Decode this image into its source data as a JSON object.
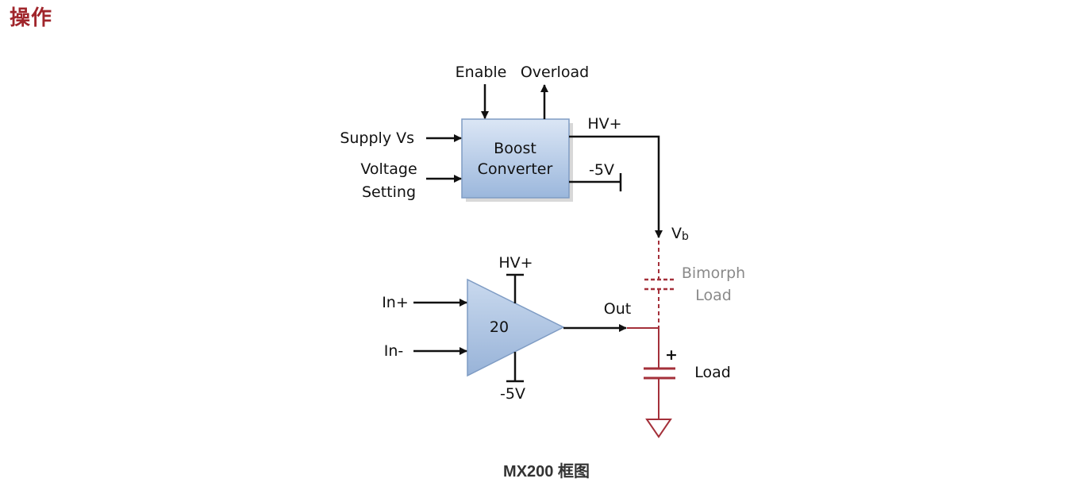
{
  "page": {
    "title": "操作",
    "caption": "MX200 框图"
  },
  "diagram": {
    "boost_converter": {
      "line1": "Boost",
      "line2": "Converter"
    },
    "inputs": {
      "enable": "Enable",
      "overload": "Overload",
      "supply": "Supply Vs",
      "voltage_line1": "Voltage",
      "voltage_line2": "Setting"
    },
    "outputs": {
      "hv_plus": "HV+",
      "minus5v": "-5V",
      "vb_main": "V",
      "vb_sub": "b"
    },
    "amplifier": {
      "gain": "20",
      "hv_plus": "HV+",
      "minus5v": "-5V",
      "in_plus": "In+",
      "in_minus": "In-",
      "out": "Out"
    },
    "load": {
      "bimorph_line1": "Bimorph",
      "bimorph_line2": "Load",
      "plus": "+",
      "load": "Load"
    },
    "colors": {
      "title": "#a0252b",
      "wire": "#111111",
      "load_wire": "#a4303a",
      "box_fill_top": "#dbe6f5",
      "box_fill_bottom": "#9bb7dc",
      "box_stroke": "#7f9cc4",
      "bimorph_text": "#8a8a8a"
    }
  }
}
